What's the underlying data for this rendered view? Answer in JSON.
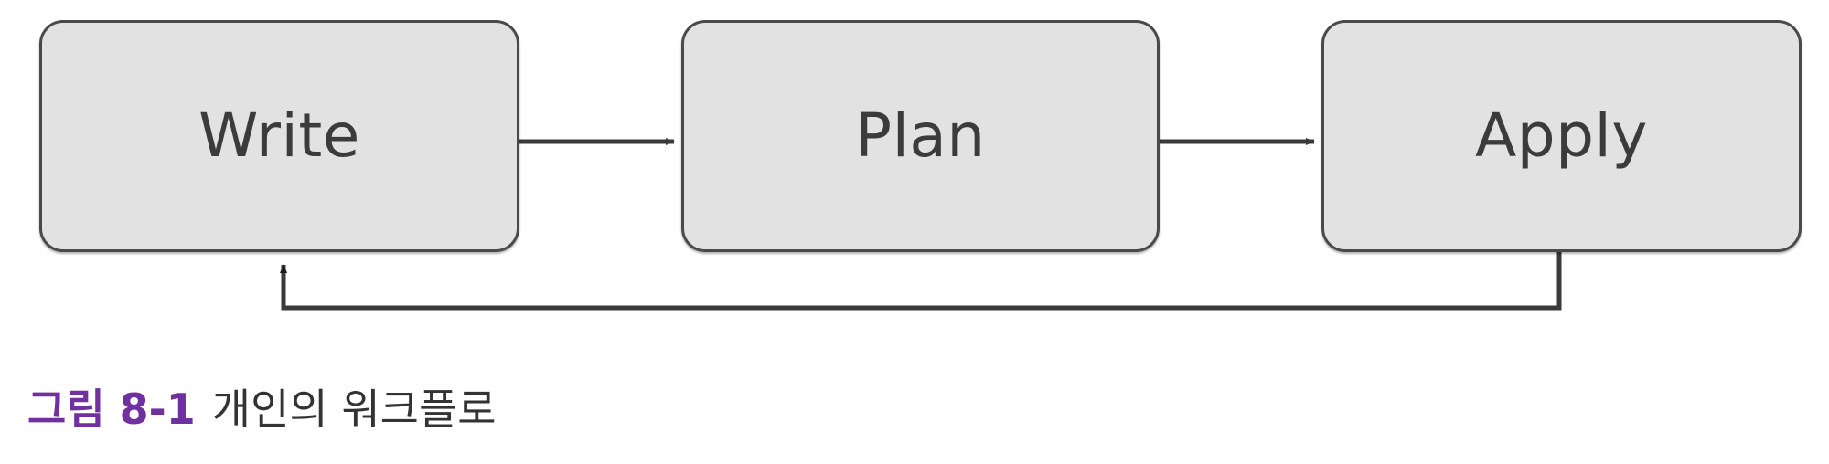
{
  "diagram": {
    "title": "개인의 워크플로",
    "type": "flowchart",
    "background_color": "#ffffff",
    "node_fill_color": "#e2e2e2",
    "node_border_color": "#4a4a4a",
    "edge_color": "#3a3a3a",
    "nodes": [
      {
        "id": "write",
        "label": "Write"
      },
      {
        "id": "plan",
        "label": "Plan"
      },
      {
        "id": "apply",
        "label": "Apply"
      }
    ],
    "edges": [
      {
        "id": "write-to-plan",
        "from": "write",
        "to": "plan",
        "kind": "straight",
        "direction": "right"
      },
      {
        "id": "plan-to-apply",
        "from": "plan",
        "to": "apply",
        "kind": "straight",
        "direction": "right"
      },
      {
        "id": "apply-to-write",
        "from": "apply",
        "to": "write",
        "kind": "feedback-loop",
        "direction": "left-up"
      }
    ]
  },
  "caption": {
    "number": "그림 8-1",
    "text": "개인의 워크플로",
    "number_color": "#7030a0",
    "text_color": "#333333"
  }
}
